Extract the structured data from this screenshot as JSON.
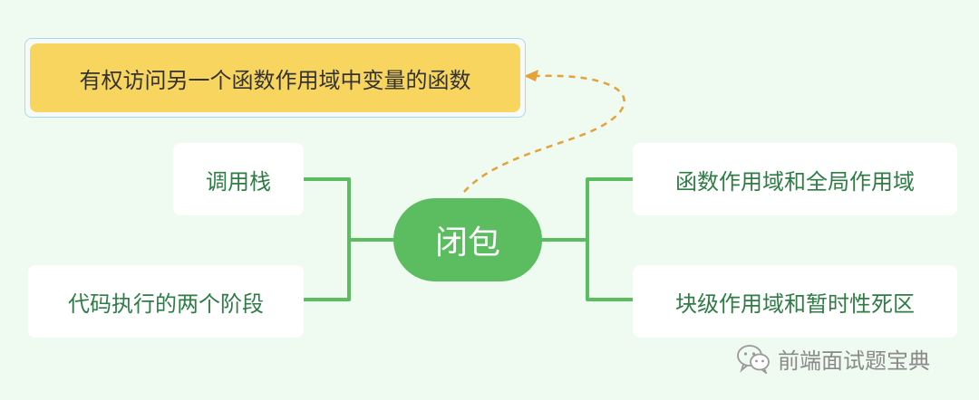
{
  "center": {
    "label": "闭包"
  },
  "definition": {
    "label": "有权访问另一个函数作用域中变量的函数"
  },
  "left_branches": [
    {
      "label": "调用栈"
    },
    {
      "label": "代码执行的两个阶段"
    }
  ],
  "right_branches": [
    {
      "label": "函数作用域和全局作用域"
    },
    {
      "label": "块级作用域和暂时性死区"
    }
  ],
  "watermark": {
    "text": "前端面试题宝典",
    "icon": "wechat-icon"
  },
  "colors": {
    "background": "#effaf0",
    "center_fill": "#5bbd5f",
    "connector": "#5bbd5f",
    "definition_fill": "#f8d55e",
    "dashed_arrow": "#e3a23a",
    "branch_text": "#2e7d45"
  }
}
